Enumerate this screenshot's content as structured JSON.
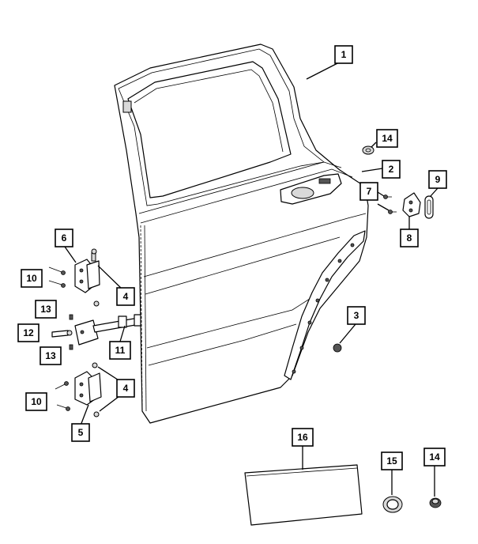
{
  "callouts": [
    {
      "id": "c1",
      "label": "1"
    },
    {
      "id": "c2",
      "label": "2"
    },
    {
      "id": "c14a",
      "label": "14"
    },
    {
      "id": "c7",
      "label": "7"
    },
    {
      "id": "c9",
      "label": "9"
    },
    {
      "id": "c8",
      "label": "8"
    },
    {
      "id": "c6",
      "label": "6"
    },
    {
      "id": "c10a",
      "label": "10"
    },
    {
      "id": "c4a",
      "label": "4"
    },
    {
      "id": "c3",
      "label": "3"
    },
    {
      "id": "c13a",
      "label": "13"
    },
    {
      "id": "c12",
      "label": "12"
    },
    {
      "id": "c11",
      "label": "11"
    },
    {
      "id": "c13b",
      "label": "13"
    },
    {
      "id": "c4b",
      "label": "4"
    },
    {
      "id": "c10b",
      "label": "10"
    },
    {
      "id": "c5",
      "label": "5"
    },
    {
      "id": "c16",
      "label": "16"
    },
    {
      "id": "c15",
      "label": "15"
    },
    {
      "id": "c14b",
      "label": "14"
    }
  ]
}
